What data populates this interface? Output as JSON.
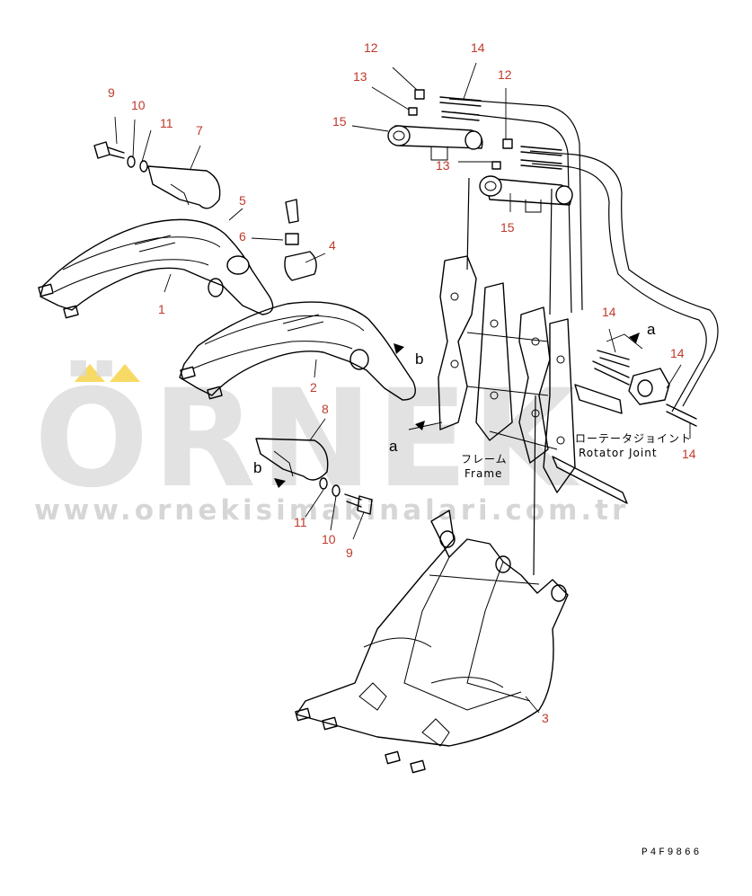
{
  "diagram": {
    "callouts": [
      "1",
      "2",
      "3",
      "4",
      "5",
      "6",
      "7",
      "8",
      "9",
      "10",
      "11",
      "12",
      "13",
      "14",
      "15"
    ],
    "labels": {
      "a_top": "a",
      "a_left": "a",
      "b_right": "b",
      "b_left": "b",
      "frame_jp": "フレーム",
      "frame_en": "Frame",
      "rotator_jp": "ローテータジョイント",
      "rotator_en": "Rotator Joint"
    },
    "drawing_code": "P4F9866"
  },
  "watermark": {
    "brand": "ÖRNEK",
    "url": "www.ornekisimakinalari.com.tr"
  }
}
